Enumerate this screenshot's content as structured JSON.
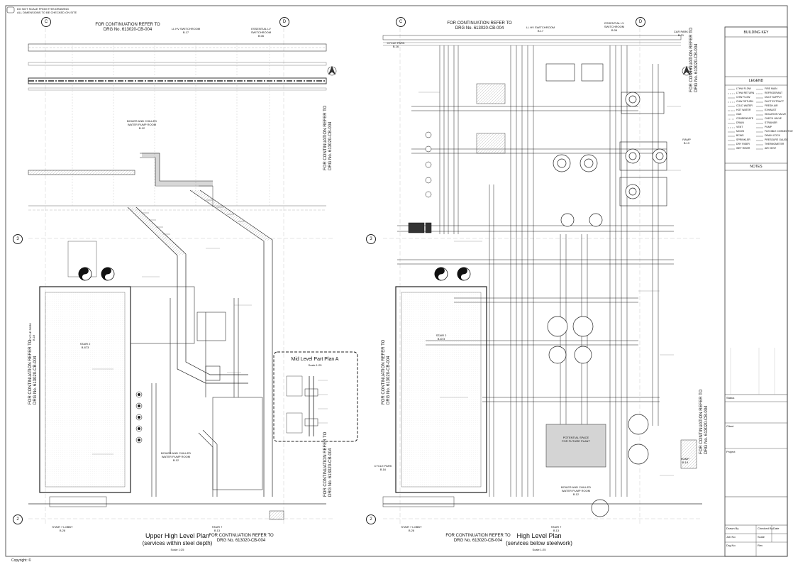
{
  "copyright": "Copyright: ©",
  "header_notes": [
    "DO NOT SCALE FROM THIS DRAWING",
    "ALL DIMENSIONS TO BE CHECKED ON SITE"
  ],
  "grids": {
    "left_c": "C",
    "left_d": "D",
    "right_c": "C",
    "right_d": "D",
    "row_3_left": "3",
    "row_2_left": "2",
    "row_3_right": "3",
    "row_2_right": "2"
  },
  "continuation": {
    "left_top": "FOR CONTINUATION REFER TO\nDRG No. 613020-CB-004",
    "right_top": "FOR CONTINUATION REFER TO\nDRG No. 613020-CB-004",
    "left_bottom": "FOR CONTINUATION REFER TO\nDRG No. 613020-CB-004",
    "right_bottom": "FOR CONTINUATION REFER TO\nDRG No. 613020-CB-004",
    "vertical": "FOR CONTINUATION REFER TO\nDRG No. 613020-CB-004"
  },
  "rooms": {
    "lv_room": "LL HV SWITCHROOM\nB.17",
    "essential_lv": "ESSENTIAL LV\nSWITCHROOM\nB.06",
    "boiler_room": "BOILER AND CHILLED\nWATER PUMP ROOM\nB.12",
    "stair_2": "STAIR 2\nB.873",
    "cycle_park": "CYCLE PARK\nB.16",
    "stair_7": "STAIR 7\nB.13",
    "stair_lobby": "STAIR 7 LOBBY\nB.28",
    "car_park": "CAR PARK\nB.21",
    "ramp": "RAMP\nB.19",
    "future_plant": "POTENTIAL SPACE\nFOR FUTURE PLANT"
  },
  "plans": {
    "left_title": "Upper High Level  Plan",
    "left_subtitle": "(services within steel depth)",
    "left_scale": "Scale 1:25",
    "right_title": "High Level  Plan",
    "right_subtitle": "(services below steelwork)",
    "right_scale": "Scale 1:25",
    "part_plan_title": "Mid Level Part Plan A",
    "part_plan_scale": "Scale 1:25"
  },
  "title_block": {
    "building_key": "BUILDING KEY",
    "legend": "LEGEND",
    "notes": "NOTES",
    "status": "Status",
    "client": "Client",
    "project": "Project",
    "drawn_by": "Drawn By",
    "checked_by": "Checked By",
    "date": "Date",
    "scale": "Scale",
    "job_no": "Job No",
    "drg_no": "Drg No",
    "rev": "Rev"
  },
  "legend_items": [
    "LTHW FLOW",
    "LTHW RETURN",
    "CHW FLOW",
    "CHW RETURN",
    "COLD WATER",
    "HOT WATER",
    "GAS",
    "CONDENSATE",
    "DRAIN",
    "VENT",
    "MCWS",
    "BCWS",
    "SPRINKLER",
    "DRY RISER",
    "WET RISER",
    "FIRE MAIN",
    "REFRIGERANT",
    "DUCT SUPPLY",
    "DUCT EXTRACT",
    "FRESH AIR",
    "EXHAUST",
    "ISOLATION VALVE",
    "CHECK VALVE",
    "STRAINER",
    "PUMP",
    "FLEXIBLE CONNECTION",
    "DRAIN COCK",
    "PRESSURE GAUGE",
    "THERMOMETER",
    "AIR VENT"
  ],
  "icons": {
    "fan": "fan-icon",
    "pump": "pump-icon",
    "north": "north-arrow-icon"
  },
  "colors": {
    "line": "#222222",
    "light": "#9a9a9a",
    "faint": "#c8c8c8"
  }
}
